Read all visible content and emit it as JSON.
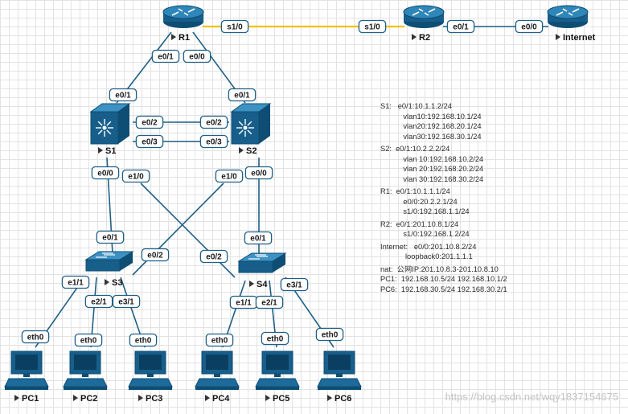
{
  "devices": {
    "r1": {
      "name": "R1",
      "type": "router"
    },
    "r2": {
      "name": "R2",
      "type": "router"
    },
    "internet": {
      "name": "Internet",
      "type": "router"
    },
    "s1": {
      "name": "S1",
      "type": "l3-switch"
    },
    "s2": {
      "name": "S2",
      "type": "l3-switch"
    },
    "s3": {
      "name": "S3",
      "type": "switch"
    },
    "s4": {
      "name": "S4",
      "type": "switch"
    },
    "pc1": {
      "name": "PC1",
      "type": "pc"
    },
    "pc2": {
      "name": "PC2",
      "type": "pc"
    },
    "pc3": {
      "name": "PC3",
      "type": "pc"
    },
    "pc4": {
      "name": "PC4",
      "type": "pc"
    },
    "pc5": {
      "name": "PC5",
      "type": "pc"
    },
    "pc6": {
      "name": "PC6",
      "type": "pc"
    }
  },
  "links": [
    {
      "from": "r1",
      "to": "r2",
      "from_port": "s1/0",
      "to_port": "s1/0",
      "color": "#f2c200"
    },
    {
      "from": "r2",
      "to": "internet",
      "from_port": "e0/1",
      "to_port": "e0/0",
      "color": "#1f5f86"
    },
    {
      "from": "r1",
      "to": "s1",
      "from_port": "e0/1",
      "to_port": "e0/1",
      "color": "#1f5f86"
    },
    {
      "from": "r1",
      "to": "s2",
      "from_port": "e0/0",
      "to_port": "e0/1",
      "color": "#1f5f86"
    },
    {
      "from": "s1",
      "to": "s2",
      "from_port": "e0/2",
      "to_port": "e0/2",
      "color": "#1f5f86"
    },
    {
      "from": "s1",
      "to": "s2",
      "from_port": "e0/3",
      "to_port": "e0/3",
      "color": "#1f5f86"
    },
    {
      "from": "s1",
      "to": "s3",
      "from_port": "e0/0",
      "to_port": "e0/1",
      "color": "#1f5f86"
    },
    {
      "from": "s1",
      "to": "s4",
      "from_port": "e1/0",
      "to_port": "e0/2",
      "color": "#1f5f86"
    },
    {
      "from": "s2",
      "to": "s3",
      "from_port": "e1/0",
      "to_port": "e0/2",
      "color": "#1f5f86"
    },
    {
      "from": "s2",
      "to": "s4",
      "from_port": "e0/0",
      "to_port": "e0/1",
      "color": "#1f5f86"
    },
    {
      "from": "s3",
      "to": "pc1",
      "from_port": "e1/1",
      "to_port": "eth0",
      "color": "#1f5f86"
    },
    {
      "from": "s3",
      "to": "pc2",
      "from_port": "e2/1",
      "to_port": "eth0",
      "color": "#1f5f86"
    },
    {
      "from": "s3",
      "to": "pc3",
      "from_port": "e3/1",
      "to_port": "eth0",
      "color": "#1f5f86"
    },
    {
      "from": "s4",
      "to": "pc4",
      "from_port": "e1/1",
      "to_port": "eth0",
      "color": "#1f5f86"
    },
    {
      "from": "s4",
      "to": "pc5",
      "from_port": "e2/1",
      "to_port": "eth0",
      "color": "#1f5f86"
    },
    {
      "from": "s4",
      "to": "pc6",
      "from_port": "e3/1",
      "to_port": "eth0",
      "color": "#1f5f86"
    }
  ],
  "notes": [
    "S1:   e0/1:10.1.1.2/24",
    "           vlan10:192.168.10.1/24",
    "           vlan20:192.168.20.1/24",
    "           vlan30:192.168.30.1/24",
    "S2:  e0/1:10.2.2.2/24",
    "           vlan 10:192.168.10.2/24",
    "           vlan 20:192.168.20.2/24",
    "           vlan 30:192.168.30.2/24",
    "R1:  e0/1:10.1.1.1/24",
    "           e0/0:20.2.2.1/24",
    "           s1/0:192.168.1.1/24",
    "R2:  e0/1:201.10.8.1/24",
    "           s1/0:192.168.1.2/24",
    "Internet:   e0/0:201.10.8.2/24",
    "            loopback0:201.1.1.1",
    "nat:  公网IP:201.10.8.3-201.10.8.10",
    "PC1:  192.168.10.5/24 192.168.10.1/2",
    "PC6:  192.168.30.5/24 192.168.30.2/1"
  ],
  "watermark": "https://blog.csdn.net/wqy1837154675",
  "colors": {
    "device_blue": "#175f8a",
    "link_blue": "#1f5f86",
    "serial_yellow": "#f2c200",
    "label_border": "#1f5f86"
  }
}
